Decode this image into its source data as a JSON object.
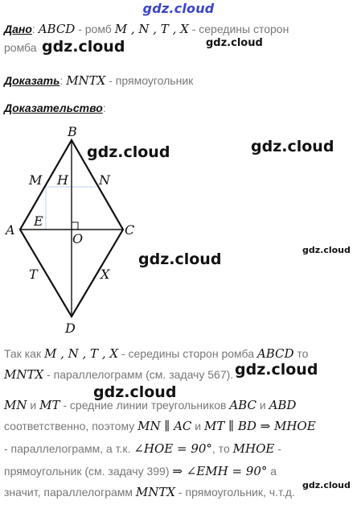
{
  "watermark": "gdz.cloud",
  "given": {
    "label": "Дано",
    "rhombus": "ABCD",
    "dash1": " - ромб ",
    "points": "M , N , T , X",
    "rest1": " - середины сторон",
    "rest2": "ромба"
  },
  "prove": {
    "label": "Доказать",
    "figure": "MNTX",
    "text": " - прямоугольник"
  },
  "proof": {
    "label": "Доказательство",
    "line1a": "Так как ",
    "line1b": "M , N , T , X",
    "line1c": " - середины сторон ромба ",
    "line1d": "ABCD",
    "line1e": " то",
    "line2a": "MNTX",
    "line2b": " - параллелограмм (см. задачу 567).",
    "line3a": "MN",
    "line3b": " и ",
    "line3c": "MT",
    "line3d": " - средние линии треугольников ",
    "line3e": "ABC",
    "line3f": " и ",
    "line3g": "ABD",
    "line4a": "соответственно, поэтому ",
    "line4b": "MN ∥ AC",
    "line4c": " и ",
    "line4d": "MT ∥ BD ⇒ MHOE",
    "line5a": "- параллелограмм, а т.к. ",
    "line5b": "∠HOE = 90°",
    "line5c": ", то ",
    "line5d": "MHOE",
    "line5e": " -",
    "line6a": "прямоугольник (см. задачу 399)   ",
    "line6b": "⇒ ∠EMH = 90°",
    "line6c": " а",
    "line7a": "значит, параллелограмм ",
    "line7b": "MNTX",
    "line7c": " - прямоугольник, ч.т.д."
  },
  "figure": {
    "labels": {
      "A": "A",
      "B": "B",
      "C": "C",
      "D": "D",
      "M": "M",
      "N": "N",
      "H": "H",
      "E": "E",
      "O": "O",
      "T": "T",
      "X": "X"
    }
  }
}
